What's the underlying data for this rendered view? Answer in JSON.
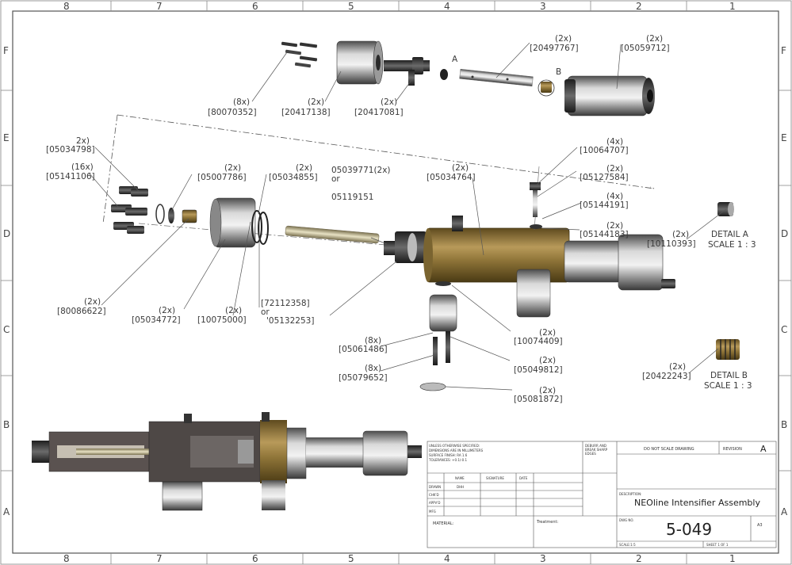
{
  "zones": {
    "columns": [
      "8",
      "7",
      "6",
      "5",
      "4",
      "3",
      "2",
      "1"
    ],
    "rows": [
      "F",
      "E",
      "D",
      "C",
      "B",
      "A"
    ]
  },
  "callouts": [
    {
      "qty": "(8x)",
      "part": "[80070352]"
    },
    {
      "qty": "(2x)",
      "part": "[20417138]"
    },
    {
      "qty": "(2x)",
      "part": "[20417081]"
    },
    {
      "qty": "(2x)",
      "part": "[20497767]"
    },
    {
      "qty": "(2x)",
      "part": "[05059712]"
    },
    {
      "qty": "2x)",
      "part": "[05034798]"
    },
    {
      "qty": "(16x)",
      "part": "[05141106]"
    },
    {
      "qty": "(2x)",
      "part": "[05007786]"
    },
    {
      "qty": "(2x)",
      "part": "[05034855]"
    },
    {
      "qty": "(2x)",
      "part": "[05034764]"
    },
    {
      "qty": "(4x)",
      "part": "[10064707]"
    },
    {
      "qty": "(2x)",
      "part": "[05127584]"
    },
    {
      "qty": "(4x)",
      "part": "[05144191]"
    },
    {
      "qty": "(2x)",
      "part": "[05144183]"
    },
    {
      "qty": "(2x)",
      "part": "[10110393]"
    },
    {
      "qty": "(2x)",
      "part": "[80086622]"
    },
    {
      "qty": "(2x)",
      "part": "[05034772]"
    },
    {
      "qty": "(2x)",
      "part": "[10075000]"
    },
    {
      "qty": "(2x)",
      "part": "[10074409]"
    },
    {
      "qty": "(8x)",
      "part": "[05061486]"
    },
    {
      "qty": "(2x)",
      "part": "[05049812]"
    },
    {
      "qty": "(8x)",
      "part": "[05079652]"
    },
    {
      "qty": "(2x)",
      "part": "[05081872]"
    },
    {
      "qty": "(2x)",
      "part": "[20422243]"
    }
  ],
  "alt_parts": {
    "a1": "05039771(2x)",
    "a1_or": "or",
    "a2": "05119151",
    "b1": "[72112358]",
    "b1_or": "or",
    "b2": "'05132253]"
  },
  "detail_markers": {
    "a": "A",
    "b": "B"
  },
  "details": [
    {
      "title": "DETAIL A",
      "scale": "SCALE 1 : 3"
    },
    {
      "title": "DETAIL B",
      "scale": "SCALE 1 : 3"
    }
  ],
  "title_block": {
    "notes": [
      "UNLESS OTHERWISE SPECIFIED:",
      "DIMENSIONS ARE IN MILLIMETERS",
      "SURFACE FINISH: RA 1.6",
      "TOLERANCES: +0.1/-0.1"
    ],
    "deburr": [
      "DEBURR AND",
      "BREAK SHARP",
      "EDGES"
    ],
    "no_scale": "DO NOT SCALE DRAWING",
    "revision_label": "REVISION",
    "revision": "A",
    "headers": [
      "NAME",
      "SIGNATURE",
      "DATE"
    ],
    "rows": [
      "DRAWN",
      "CHK'D",
      "APPV'D",
      "MFG"
    ],
    "drawn_name": "DHH",
    "description_label": "DESCRIPTION:",
    "description": "NEOline Intensifier Assembly",
    "material_label": "MATERIAL:",
    "treatment_label": "Treatment:",
    "dwg_label": "DWG NO.",
    "dwg_no": "5-049",
    "size": "A3",
    "scale": "SCALE:1:5",
    "sheet": "SHEET 1 OF 1"
  }
}
